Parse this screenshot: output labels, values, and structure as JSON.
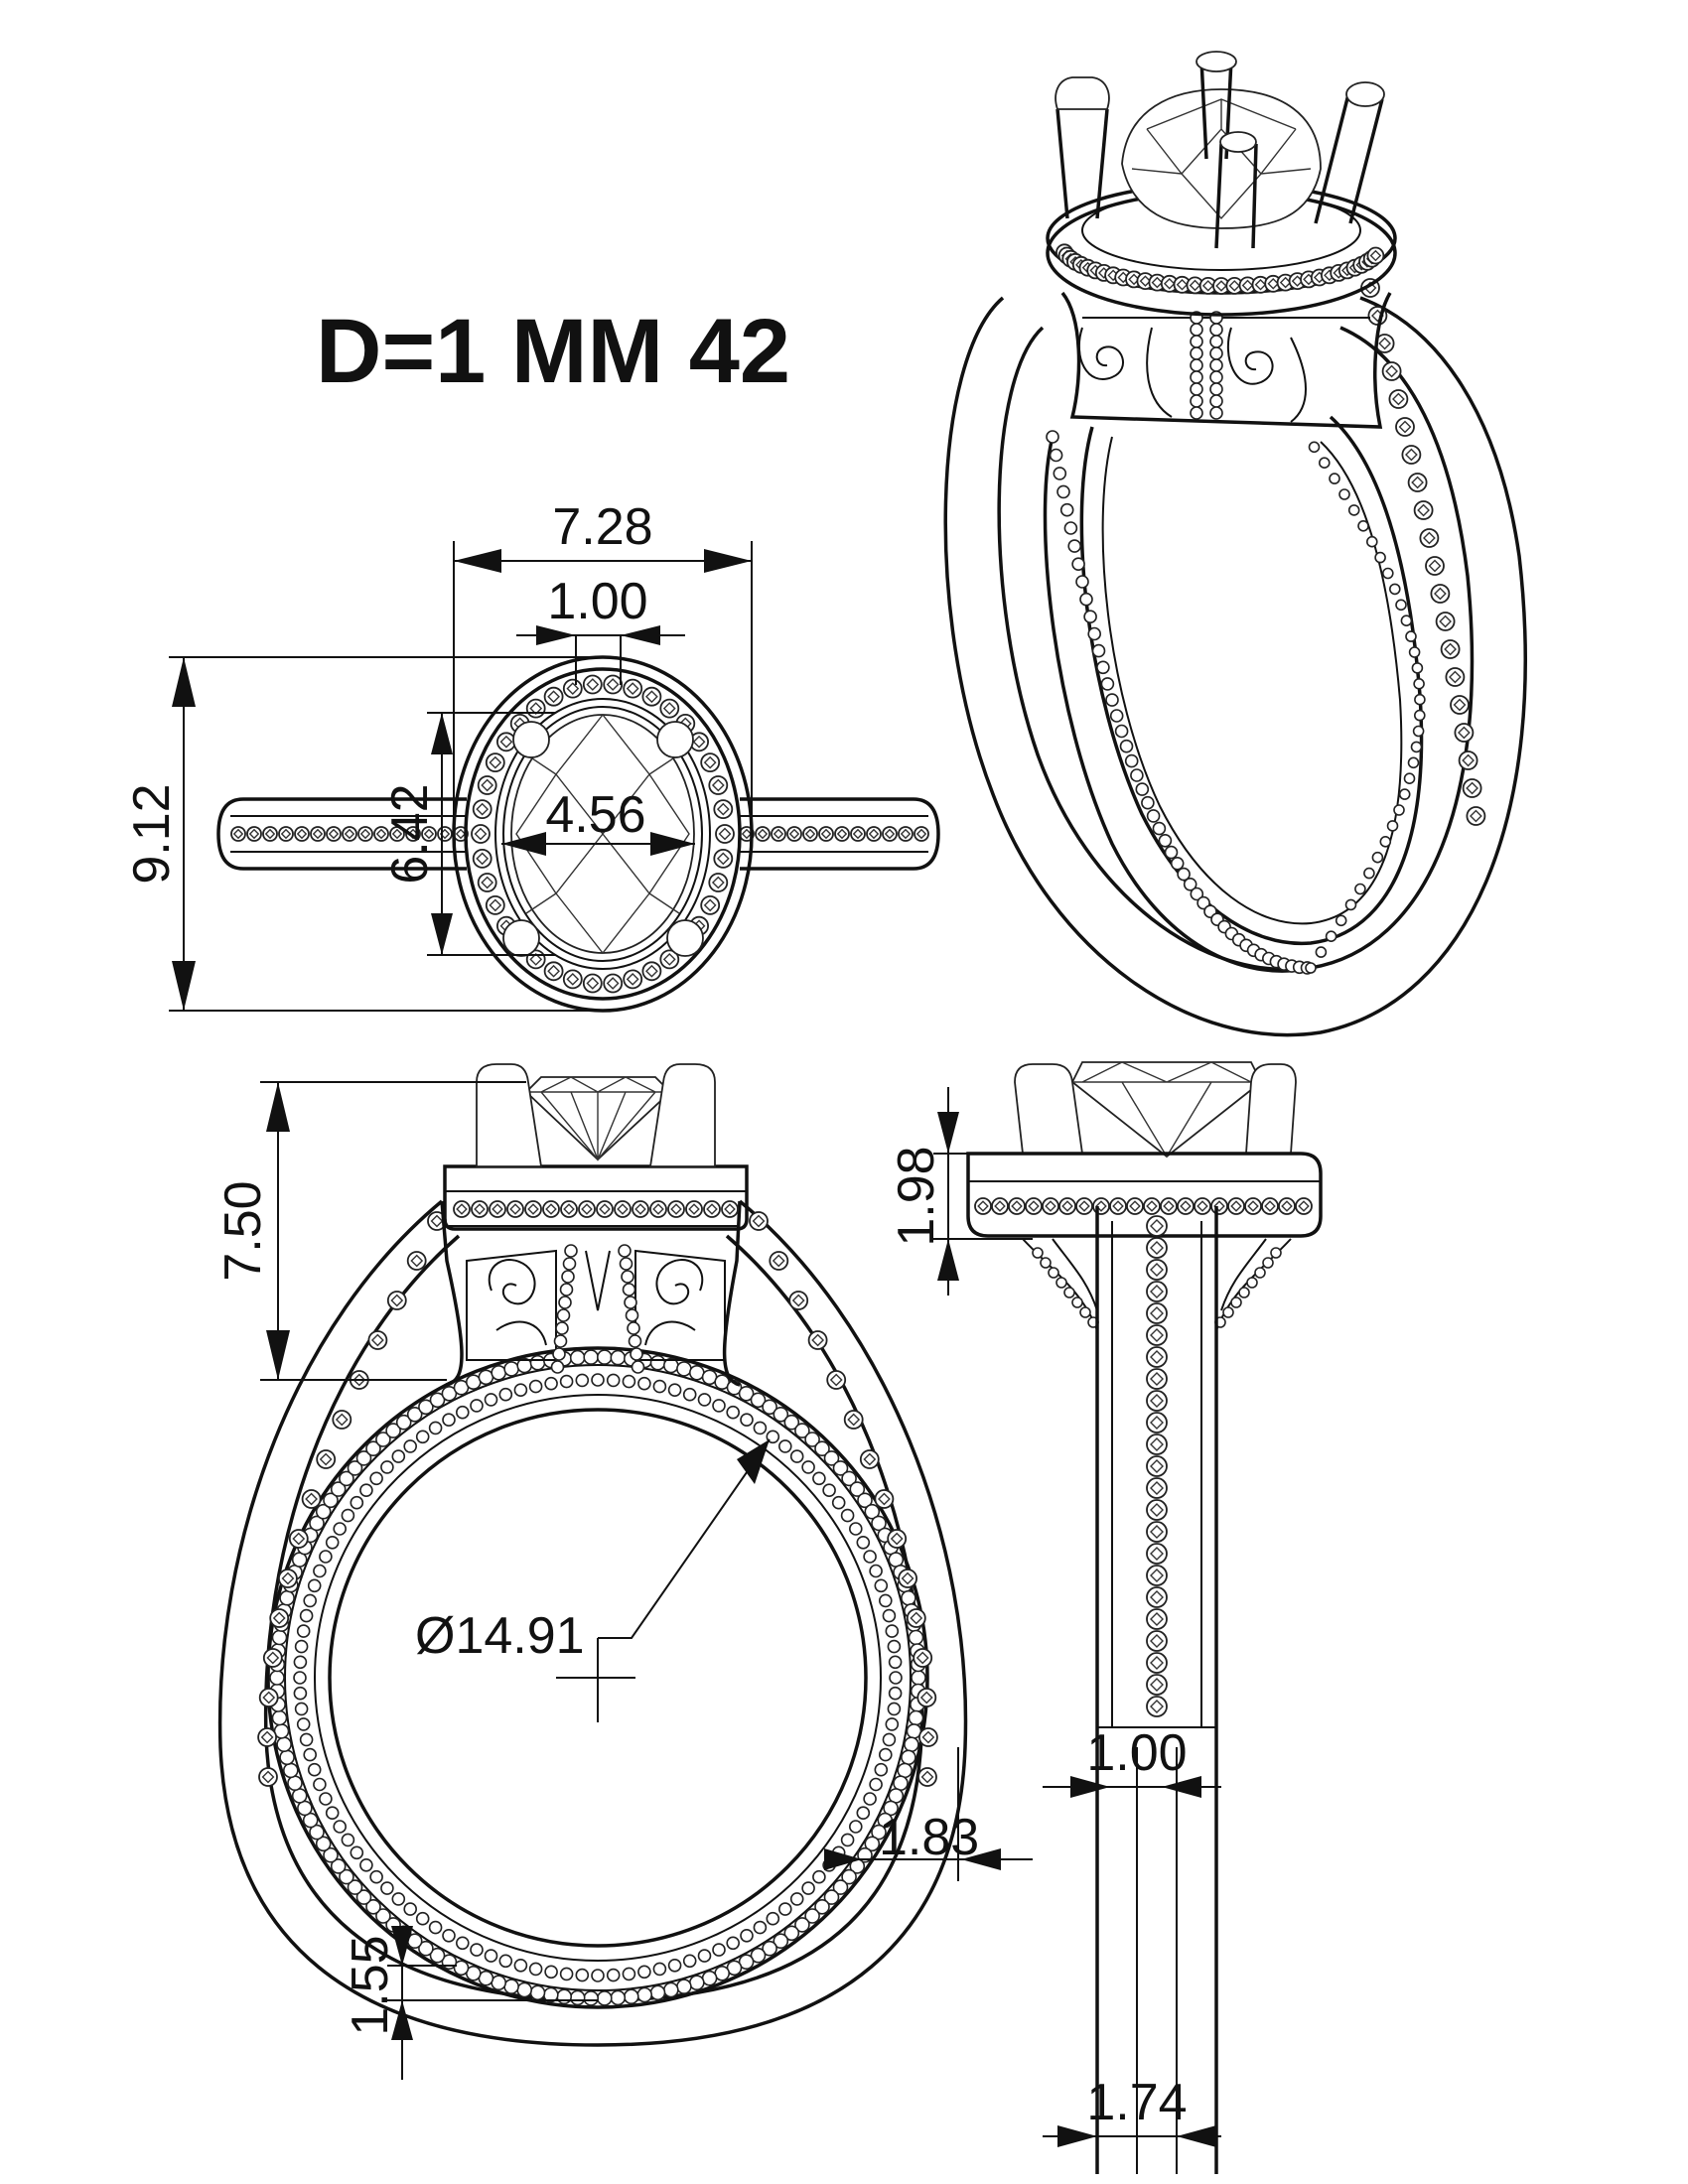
{
  "drawing": {
    "title": "D=1 MM 42",
    "colors": {
      "ink": "#111111",
      "paper": "#ffffff"
    },
    "top_view": {
      "overall_width": "7.28",
      "prong_width": "1.00",
      "overall_height": "9.12",
      "stone_length": "6.42",
      "stone_width": "4.56"
    },
    "front_view": {
      "head_height": "7.50",
      "inner_diameter": "Ø14.91",
      "shank_thickness_side": "1.83",
      "shank_thickness_bottom": "1.55"
    },
    "side_view": {
      "halo_height": "1.98",
      "band_width_top": "1.00",
      "band_width_bottom": "1.74"
    }
  }
}
